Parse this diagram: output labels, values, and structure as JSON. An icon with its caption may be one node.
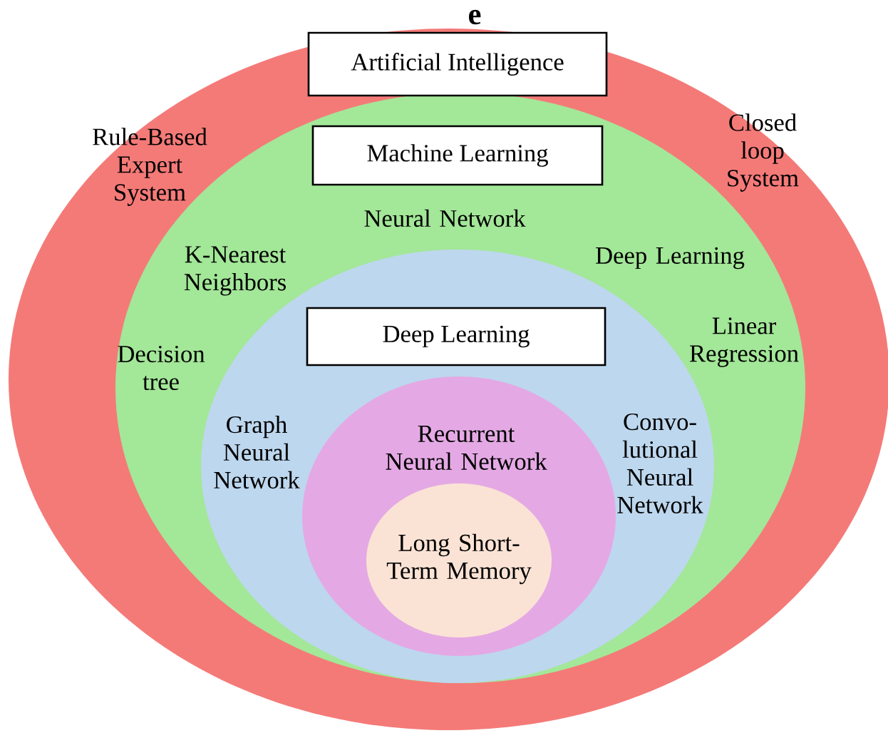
{
  "diagram": {
    "title": "e",
    "nodes": [
      {
        "text": [
          "Artificial Intelligence",
          "Rule-Based Expert System",
          "Closed loop System"
        ]
      },
      {
        "text": [
          "Machine Learning",
          "Neural Network",
          "K-Nearest Neighbors",
          "Deep Learning",
          "Decision tree",
          "Linear Regression"
        ],
        "in": 0
      },
      {
        "text": [
          "Deep Learning",
          "Graph Neural Network",
          "Convo-lutional Neural Network"
        ],
        "in": 1
      },
      {
        "text": [
          "Recurrent Neural Network"
        ],
        "in": 2
      },
      {
        "text": [
          "Long Short-Term Memory"
        ],
        "in": 3
      }
    ]
  }
}
